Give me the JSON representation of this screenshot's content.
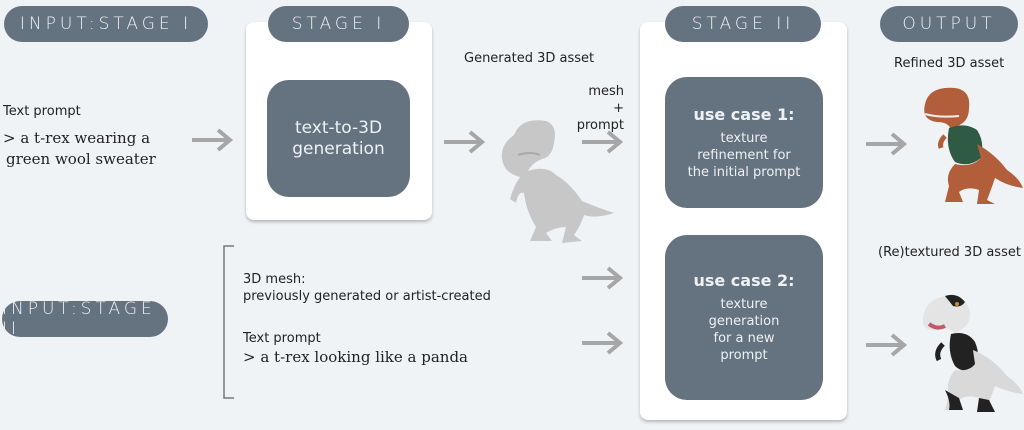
{
  "pills": {
    "input_stage1": "INPUT:STAGE I",
    "stage1": "STAGE I",
    "stage2": "STAGE II",
    "output": "OUTPUT",
    "input_stage2": "INPUT:STAGE II"
  },
  "input_stage1": {
    "label": "Text prompt",
    "prompt_line1": "> a t-rex wearing a",
    "prompt_line2": "green wool sweater"
  },
  "stage1": {
    "box_line1": "text-to-3D",
    "box_line2": "generation"
  },
  "intermediate": {
    "label": "Generated 3D asset",
    "mesh_prompt_line1": "mesh +",
    "mesh_prompt_line2": "prompt",
    "image": "gray-trex-mesh"
  },
  "stage2": {
    "use_case1": {
      "title": "use case 1:",
      "line1": "texture",
      "line2": "refinement for",
      "line3": "the initial prompt"
    },
    "use_case2": {
      "title": "use case 2:",
      "line1": "texture",
      "line2": "generation",
      "line3": "for a new",
      "line4": "prompt"
    }
  },
  "input_stage2": {
    "mesh_label": "3D mesh:",
    "mesh_desc": "previously generated or artist-created",
    "prompt_label": "Text prompt",
    "prompt": "> a t-rex looking like a panda"
  },
  "output": {
    "refined_label": "Refined 3D asset",
    "retextured_label": "(Re)textured 3D asset",
    "refined_image": "trex-green-sweater",
    "retextured_image": "trex-panda"
  },
  "colors": {
    "pill": "#65727f",
    "background": "#f0f3f6",
    "arrow": "#a6a6a6"
  }
}
